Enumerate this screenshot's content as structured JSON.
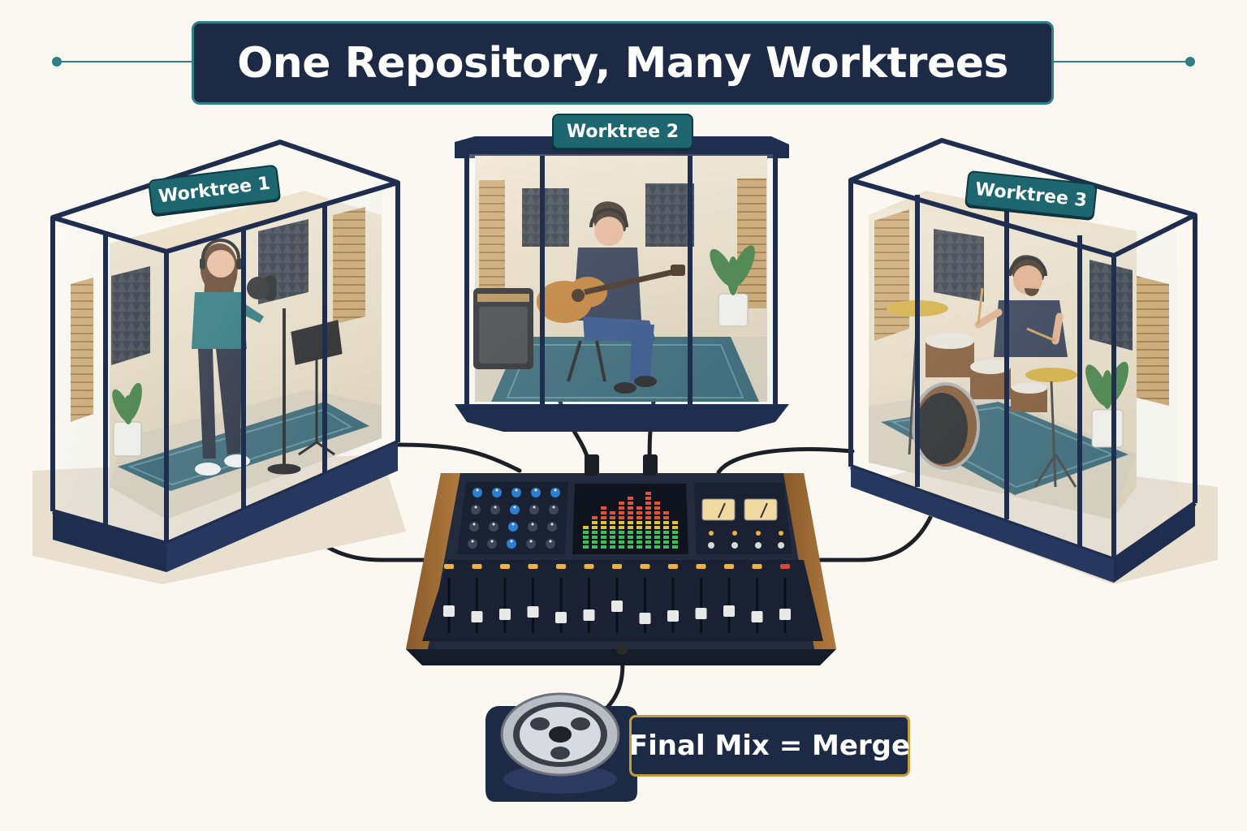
{
  "title": "One Repository, Many Worktrees",
  "worktrees": [
    {
      "label": "Worktree 1",
      "performer": "vocalist"
    },
    {
      "label": "Worktree 2",
      "performer": "guitarist"
    },
    {
      "label": "Worktree 3",
      "performer": "drummer"
    }
  ],
  "final_label": "Final Mix = Merge",
  "colors": {
    "navy": "#1d2a45",
    "teal": "#2f7f87",
    "gold_border": "#c79a3b",
    "background": "#fbf8f1"
  }
}
